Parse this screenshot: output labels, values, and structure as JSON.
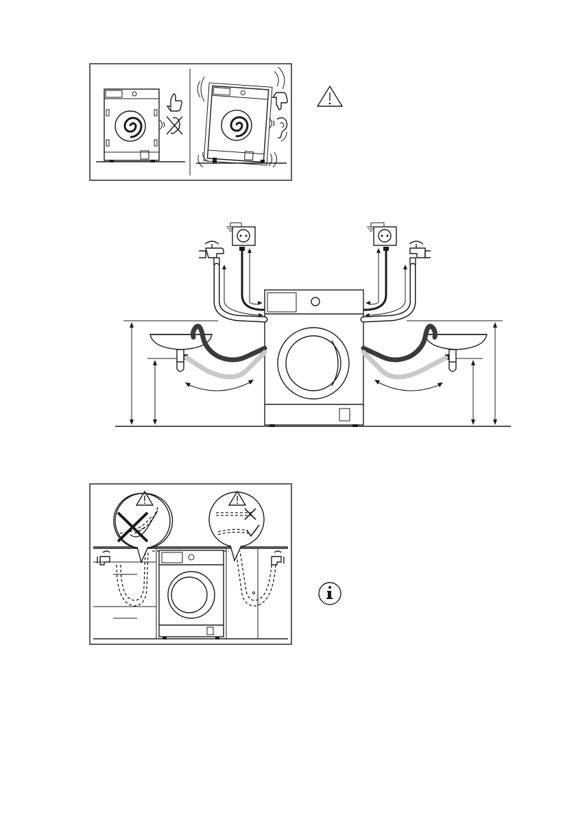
{
  "page": {
    "background": "#ffffff",
    "line_color": "#1a1a1a",
    "hose_dark_color": "#3a3a3a",
    "hose_light_color": "#c9c9c9"
  },
  "figures": [
    {
      "id": "levelling",
      "icons": [
        "thumbs-up-icon",
        "no-sound-icon",
        "thumbs-down-icon",
        "ear-icon",
        "warning-icon"
      ]
    },
    {
      "id": "connections",
      "icons": [
        "earth-ground-icon",
        "power-socket-icon",
        "water-tap-icon",
        "sink-icon",
        "drain-siphon-icon"
      ]
    },
    {
      "id": "hose-routing",
      "icons": [
        "warning-icon",
        "cross-mark-icon",
        "check-mark-icon",
        "info-icon"
      ]
    }
  ]
}
